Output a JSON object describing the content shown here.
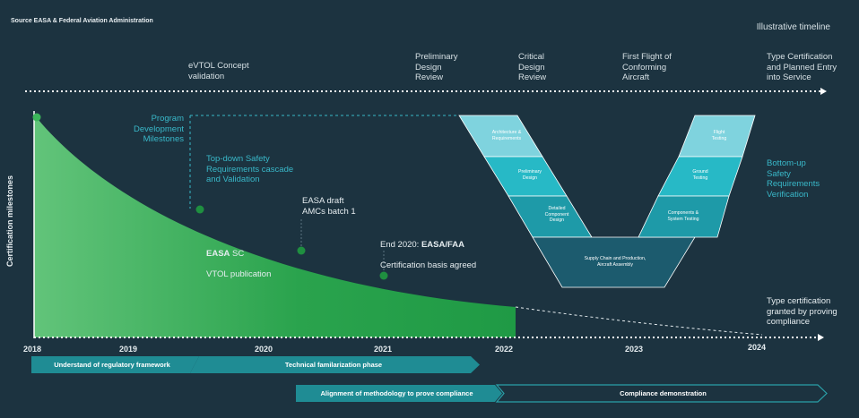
{
  "source": "Source EASA & Federal Aviation Administration",
  "illustrative": "Illustrative timeline",
  "milestones_top": [
    "eVTOL Concept\nvalidation",
    "Preliminary\nDesign\nReview",
    "Critical\nDesign\nReview",
    "First Flight of\nConforming\nAircraft",
    "Type Certification\nand Planned Entry\ninto Service"
  ],
  "program_milestones": "Program\nDevelopment\nMilestones",
  "y_axis_label": "Certification milestones",
  "annotations": {
    "topdown": "Top-down Safety\nRequirements cascade\nand Validation",
    "easa_sc_bold": "EASA",
    "easa_sc_rest": " SC",
    "easa_sc_line2": "VTOL publication",
    "easa_draft": "EASA draft\nAMCs batch 1",
    "end2020_prefix": "End 2020: ",
    "end2020_bold": "EASA/FAA",
    "end2020_line2": "Certification basis agreed",
    "bottomup": "Bottom-up\nSafety\nRequirements\nVerification",
    "typecert": "Type certification\ngranted by proving\ncompliance"
  },
  "v_model": {
    "left": [
      "Architecture &\nRequirements",
      "Preliminary\nDesign",
      "Detailed\nComponent\nDesign"
    ],
    "bottom": "Supply Chain and Production,\nAircraft Assembly",
    "right": [
      "Flight\nTesting",
      "Ground\nTesting",
      "Components &\nSystem Testing"
    ]
  },
  "years": [
    "2018",
    "2019",
    "2020",
    "2021",
    "2022",
    "2023",
    "2024"
  ],
  "phases_row1": [
    "Understand of regulatory framework",
    "Technical familarization phase"
  ],
  "phases_row2": [
    "Alignment of methodology to prove compliance",
    "Compliance demonstration"
  ],
  "colors": {
    "background": "#1c3340",
    "accent_teal": "#39b8c9",
    "curve_green": "#2eaa4f",
    "phase_fill": "#1f8c94"
  }
}
